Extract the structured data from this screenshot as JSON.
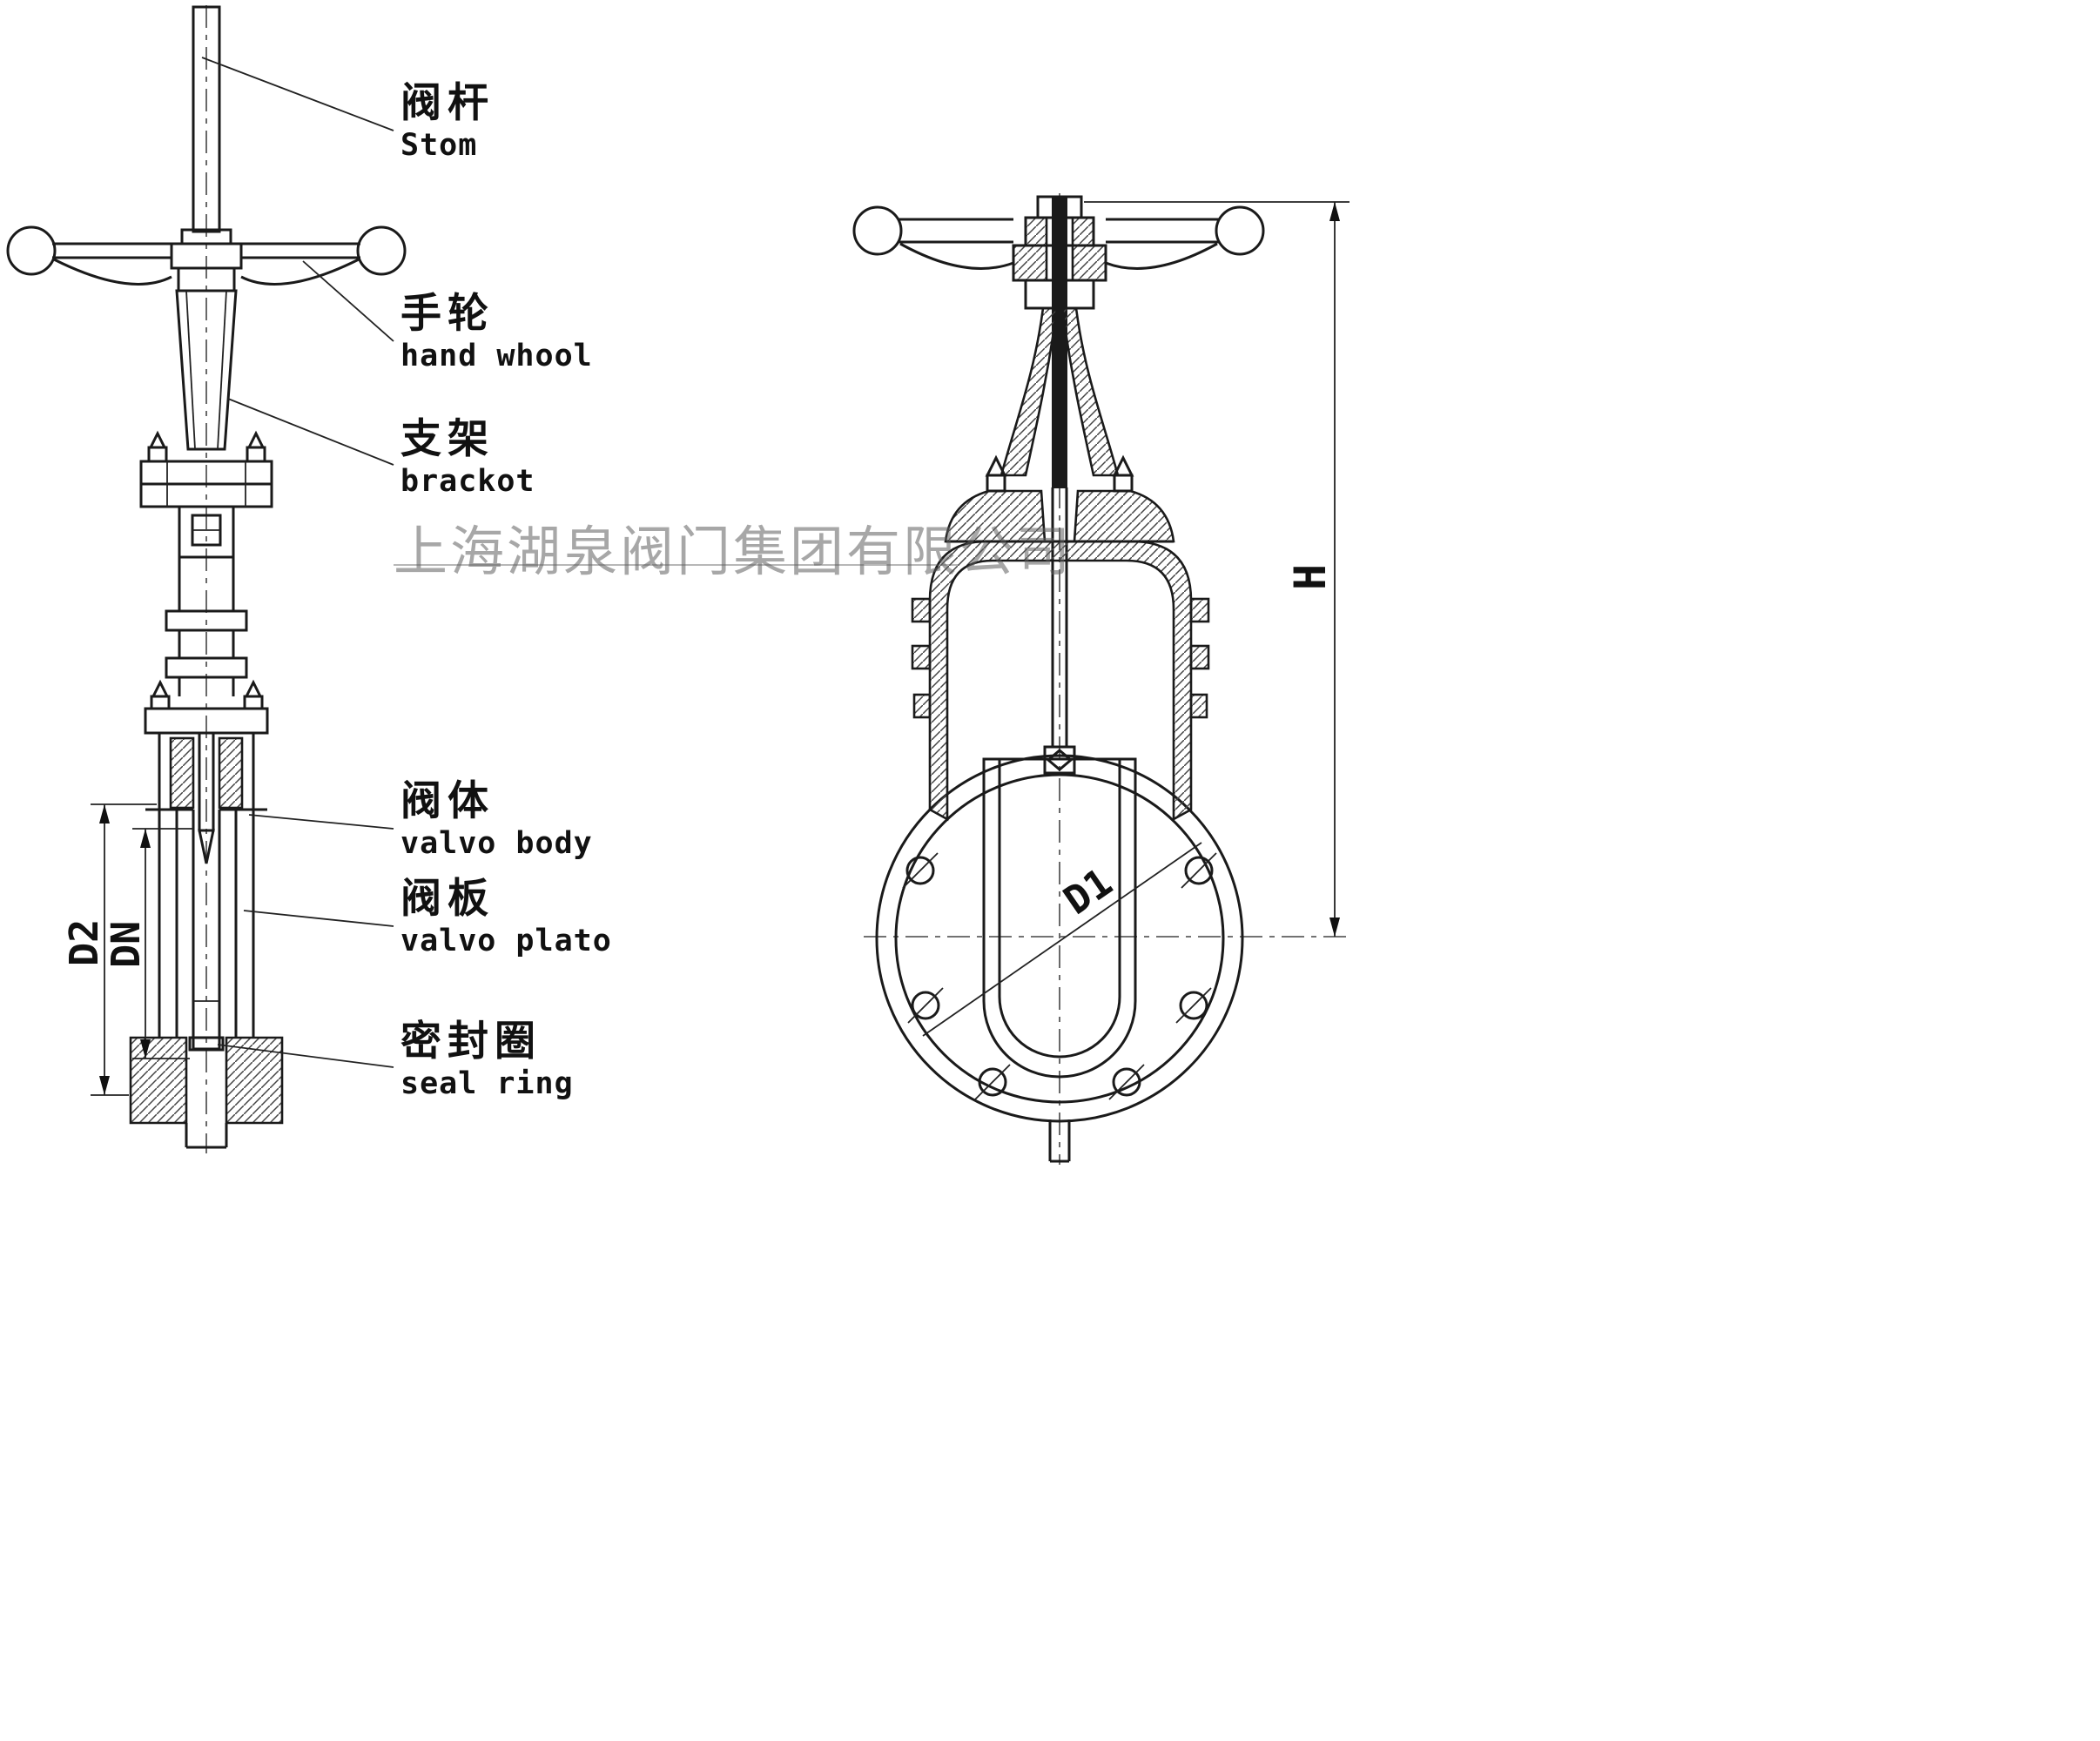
{
  "watermark": {
    "text": "上海湖泉阀门集团有限公司"
  },
  "labels": {
    "stem": {
      "zh": "阀杆",
      "en": "Stom"
    },
    "handwheel": {
      "zh": "手轮",
      "en": "hand whool"
    },
    "bracket": {
      "zh": "支架",
      "en": "brackot"
    },
    "valve_body": {
      "zh": "阀体",
      "en": "valvo body"
    },
    "valve_plate": {
      "zh": "阀板",
      "en": "valvo plato"
    },
    "seal_ring": {
      "zh": "密封圈",
      "en": "seal ring"
    }
  },
  "dimensions": {
    "d2": "D2",
    "dn": "DN",
    "d1": "D1",
    "h": "H"
  },
  "colors": {
    "line": "#1a1a1a",
    "watermark": "#8a8a8a"
  }
}
